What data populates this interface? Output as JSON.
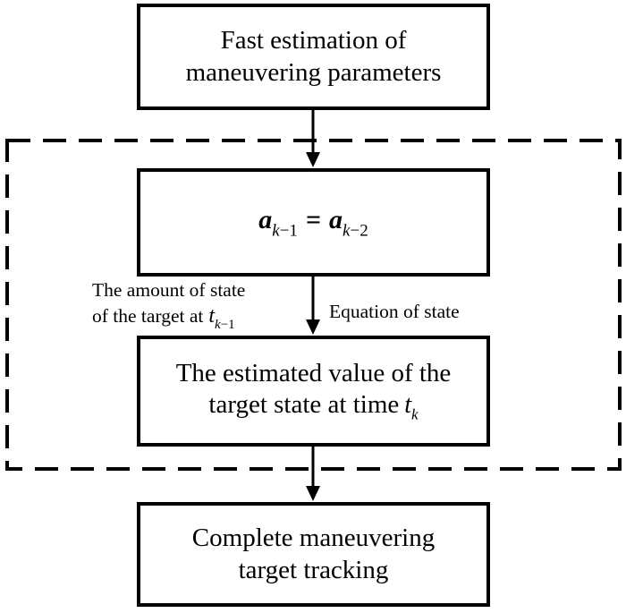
{
  "nodes": {
    "estimation": {
      "lines": [
        "Fast estimation of",
        "maneuvering parameters"
      ]
    },
    "equation": {
      "lhs_symbol": "a",
      "lhs_index": "k",
      "lhs_offset": "−1",
      "operator": "=",
      "rhs_symbol": "a",
      "rhs_index": "k",
      "rhs_offset": "−2"
    },
    "estimated_value": {
      "lines": [
        "The estimated value of the",
        "target state at time"
      ],
      "time_symbol": "t",
      "time_index": "k"
    },
    "tracking": {
      "lines": [
        "Complete maneuvering",
        "target tracking"
      ]
    }
  },
  "edge_labels": {
    "left": {
      "lines": [
        "The amount of state",
        "of the target at"
      ],
      "time_symbol": "t",
      "time_index": "k",
      "time_offset": "−1"
    },
    "right": "Equation of state"
  }
}
